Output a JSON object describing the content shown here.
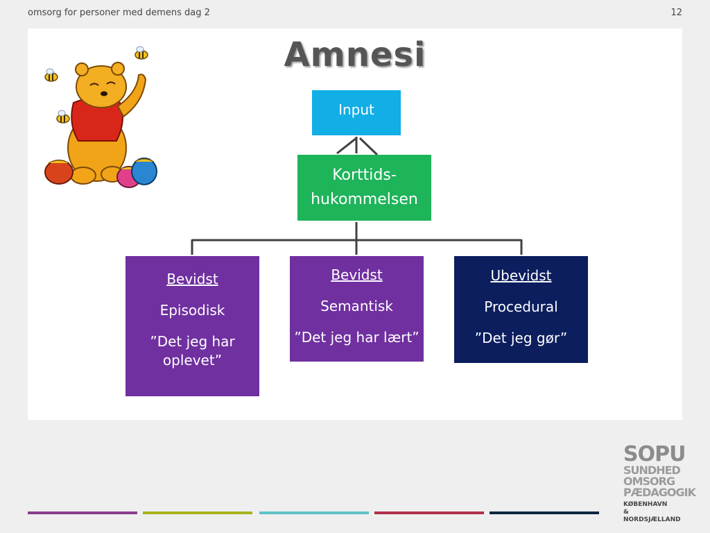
{
  "header": {
    "subtitle": "omsorg for personer med demens dag 2",
    "page_number": "12"
  },
  "slide": {
    "title": "Amnesi",
    "input_label": "Input",
    "korttids": {
      "line1": "Korttids-",
      "line2": "hukommelsen"
    },
    "boxes": [
      {
        "heading": "Bevidst",
        "type": "Episodisk",
        "quote_line1": "”Det jeg har",
        "quote_line2": "oplevet”"
      },
      {
        "heading": "Bevidst",
        "type": "Semantisk",
        "quote_line1": "”Det jeg har lært”"
      },
      {
        "heading": "Ubevidst",
        "type": "Procedural",
        "quote_line1": "”Det jeg gør”"
      }
    ]
  },
  "illustration": {
    "icon": "winnie-the-pooh-honey-illustration"
  },
  "logo": {
    "sopu": "SOPU",
    "w1": "SUNDHED",
    "w2": "OMSORG",
    "w3": "PÆDAGOGIK",
    "city1": "KØBENHAVN",
    "city2": "& NORDSJÆLLAND"
  },
  "colors": {
    "input": "#12aee6",
    "korttids": "#1eb45a",
    "bevidst": "#7030a0",
    "ubevidst": "#0c1e5e",
    "footer": [
      "#8b3d8f",
      "#a8b41c",
      "#5fc1c9",
      "#b0304a",
      "#0f2740"
    ]
  }
}
